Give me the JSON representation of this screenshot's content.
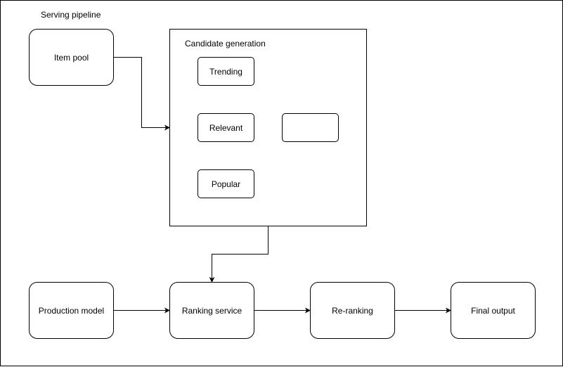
{
  "diagram": {
    "title": "Serving pipeline",
    "nodes": {
      "item_pool": "Item pool",
      "candidate_generation": "Candidate generation",
      "trending": "Trending",
      "relevant": "Relevant",
      "empty_candidate": "",
      "popular": "Popular",
      "production_model": "Production model",
      "ranking_service": "Ranking service",
      "re_ranking": "Re-ranking",
      "final_output": "Final output"
    },
    "edges": [
      {
        "from": "Item pool",
        "to": "Candidate generation"
      },
      {
        "from": "Candidate generation",
        "to": "Ranking service"
      },
      {
        "from": "Production model",
        "to": "Ranking service"
      },
      {
        "from": "Ranking service",
        "to": "Re-ranking"
      },
      {
        "from": "Re-ranking",
        "to": "Final output"
      }
    ]
  }
}
